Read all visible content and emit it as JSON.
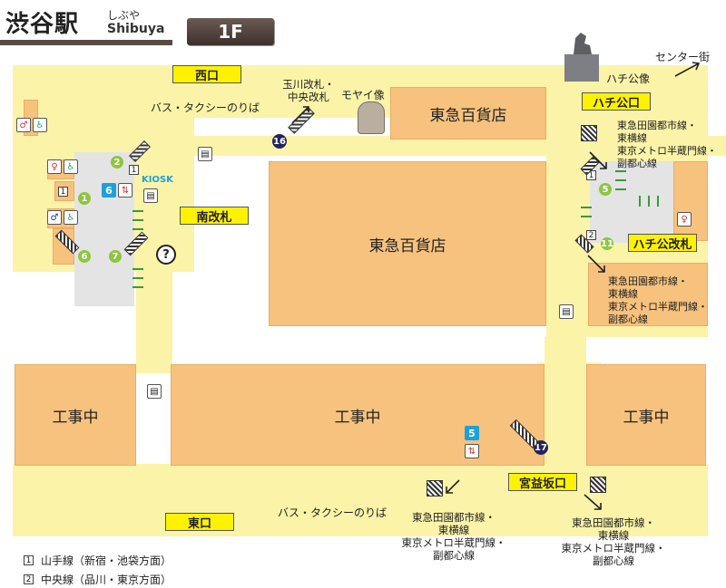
{
  "header": {
    "station": "渋谷駅",
    "kana": "しぶや",
    "romaji": "Shibuya",
    "floor": "1F"
  },
  "gates": {
    "west": "西口",
    "south": "南改札",
    "hachiko_exit": "ハチ公口",
    "hachiko_gate": "ハチ公改札",
    "east": "東口",
    "miyamasuzaka": "宮益坂口"
  },
  "areas": {
    "tokyu_north": "東急百貨店",
    "tokyu_main": "東急百貨店",
    "construction_1": "工事中",
    "construction_2": "工事中",
    "construction_3": "工事中"
  },
  "labels": {
    "bus_taxi_top": "バス・タクシーのりば",
    "bus_taxi_bottom": "バス・タクシーのりば",
    "tamagawa_1": "玉川改札・",
    "tamagawa_2": "中央改札",
    "moyai": "モヤイ像",
    "hachiko_statue": "ハチ公像",
    "center_gai": "センター街",
    "kiosk": "KIOSK",
    "lines_top_1": "東急田園都市線・",
    "lines_top_2": "東横線",
    "lines_top_3": "東京メトロ半蔵門線・",
    "lines_top_4": "副都心線",
    "lines_mid_1": "東急田園都市線・",
    "lines_mid_2": "東横線",
    "lines_mid_3": "東京メトロ半蔵門線・",
    "lines_mid_4": "副都心線",
    "lines_bl_1": "東急田園都市線・",
    "lines_bl_2": "東横線",
    "lines_bl_3": "東京メトロ半蔵門線・",
    "lines_bl_4": "副都心線",
    "lines_br_1": "東急田園都市線・",
    "lines_br_2": "東横線",
    "lines_br_3": "東京メトロ半蔵門線・",
    "lines_br_4": "副都心線"
  },
  "markers": {
    "n1": "1",
    "n2": "2",
    "n5": "5",
    "n6": "6",
    "n7": "7",
    "n11": "11",
    "exit5": "5",
    "exit6": "6",
    "exit16": "16",
    "exit17": "17",
    "info": "?"
  },
  "legend": [
    {
      "num": "1",
      "text": "山手線（新宿・池袋方面）"
    },
    {
      "num": "2",
      "text": "中央線（品川・東京方面）"
    }
  ],
  "colors": {
    "corridor": "#fbf3a8",
    "block": "#f7c27d",
    "gate": "#fff200",
    "accent": "#5a4a44"
  }
}
